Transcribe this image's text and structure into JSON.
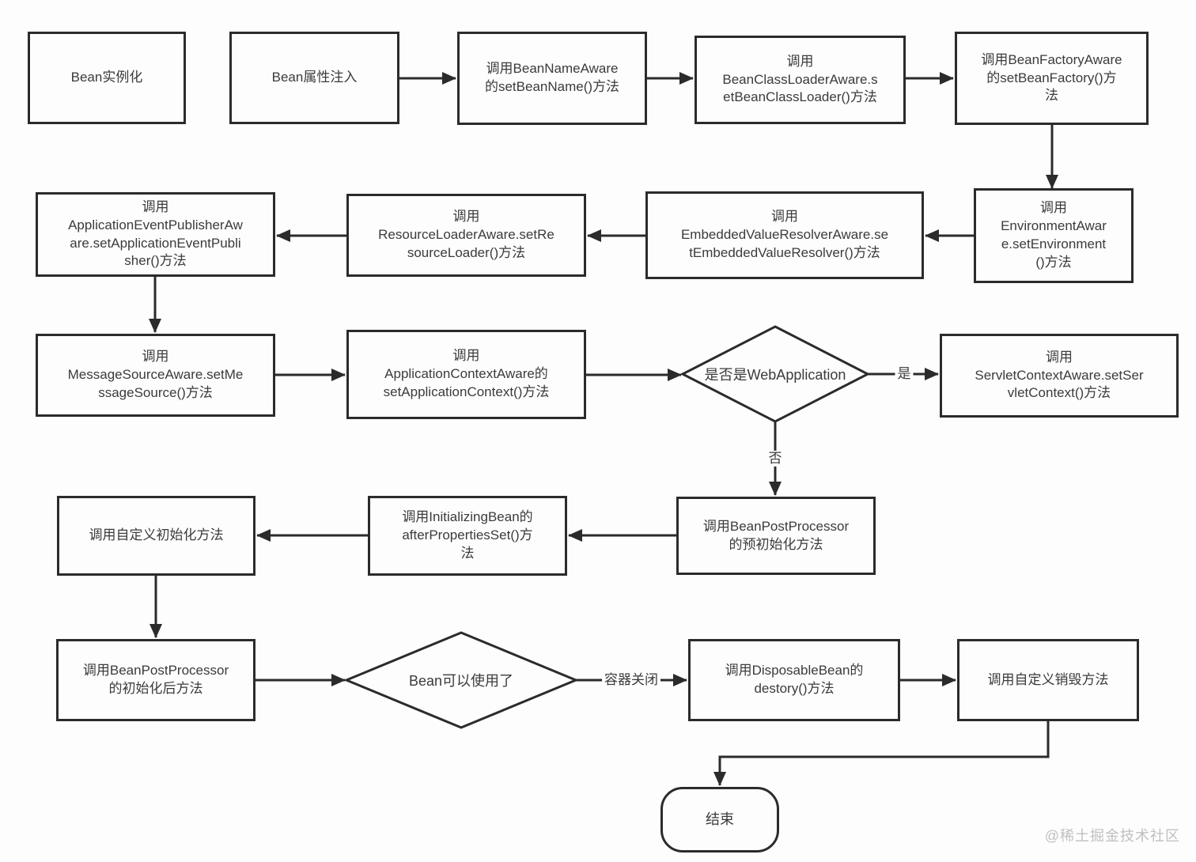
{
  "nodes": {
    "bean_instantiate": "Bean实例化",
    "bean_property_injection": "Bean属性注入",
    "bean_name_aware": "调用BeanNameAware\n的setBeanName()方法",
    "bean_class_loader_aware": "调用\nBeanClassLoaderAware.s\netBeanClassLoader()方法",
    "bean_factory_aware": "调用BeanFactoryAware\n的setBeanFactory()方\n法",
    "environment_aware": "调用\nEnvironmentAwar\ne.setEnvironment\n()方法",
    "embedded_value_resolver_aware": "调用\nEmbeddedValueResolverAware.se\ntEmbeddedValueResolver()方法",
    "resource_loader_aware": "调用\nResourceLoaderAware.setRe\nsourceLoader()方法",
    "application_event_publisher_aware": "调用\nApplicationEventPublisherAw\nare.setApplicationEventPubli\nsher()方法",
    "message_source_aware": "调用\nMessageSourceAware.setMe\nssageSource()方法",
    "application_context_aware": "调用\nApplicationContextAware的\nsetApplicationContext()方法",
    "is_web_application": "是否是WebApplication",
    "servlet_context_aware": "调用\nServletContextAware.setSer\nvletContext()方法",
    "custom_init": "调用自定义初始化方法",
    "initializing_bean": "调用InitializingBean的\nafterPropertiesSet()方\n法",
    "post_processor_pre_init": "调用BeanPostProcessor\n的预初始化方法",
    "post_processor_after_init": "调用BeanPostProcessor\n的初始化后方法",
    "bean_ready": "Bean可以使用了",
    "disposable_bean": "调用DisposableBean的\ndestory()方法",
    "custom_destroy": "调用自定义销毁方法",
    "end": "结束"
  },
  "edge_labels": {
    "yes": "是",
    "no": "否",
    "container_close": "容器关闭"
  },
  "edges": [
    {
      "from": "bean_property_injection",
      "to": "bean_name_aware",
      "label": ""
    },
    {
      "from": "bean_name_aware",
      "to": "bean_class_loader_aware",
      "label": ""
    },
    {
      "from": "bean_class_loader_aware",
      "to": "bean_factory_aware",
      "label": ""
    },
    {
      "from": "bean_factory_aware",
      "to": "environment_aware",
      "label": ""
    },
    {
      "from": "environment_aware",
      "to": "embedded_value_resolver_aware",
      "label": ""
    },
    {
      "from": "embedded_value_resolver_aware",
      "to": "resource_loader_aware",
      "label": ""
    },
    {
      "from": "resource_loader_aware",
      "to": "application_event_publisher_aware",
      "label": ""
    },
    {
      "from": "application_event_publisher_aware",
      "to": "message_source_aware",
      "label": ""
    },
    {
      "from": "message_source_aware",
      "to": "application_context_aware",
      "label": ""
    },
    {
      "from": "application_context_aware",
      "to": "is_web_application",
      "label": ""
    },
    {
      "from": "is_web_application",
      "to": "servlet_context_aware",
      "label": "是"
    },
    {
      "from": "is_web_application",
      "to": "post_processor_pre_init",
      "label": "否"
    },
    {
      "from": "post_processor_pre_init",
      "to": "initializing_bean",
      "label": ""
    },
    {
      "from": "initializing_bean",
      "to": "custom_init",
      "label": ""
    },
    {
      "from": "custom_init",
      "to": "post_processor_after_init",
      "label": ""
    },
    {
      "from": "post_processor_after_init",
      "to": "bean_ready",
      "label": ""
    },
    {
      "from": "bean_ready",
      "to": "disposable_bean",
      "label": "容器关闭"
    },
    {
      "from": "disposable_bean",
      "to": "custom_destroy",
      "label": ""
    },
    {
      "from": "custom_destroy",
      "to": "end",
      "label": ""
    }
  ],
  "watermark": "@稀土掘金技术社区",
  "colors": {
    "line": "#2b2b2b",
    "box_border": "#2b2b2b",
    "text": "#3b3b3b",
    "watermark": "#c0c0c0",
    "background": "#fdfdfd"
  }
}
